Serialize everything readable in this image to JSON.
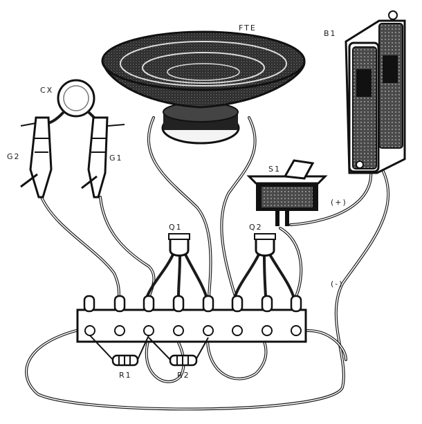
{
  "labels": {
    "speaker": "FTE",
    "battery": "B1",
    "capacitor": "CX",
    "clip1": "G1",
    "clip2": "G2",
    "switch": "S1",
    "transistor1": "Q1",
    "transistor2": "Q2",
    "resistor1": "R1",
    "resistor2": "R2",
    "positive": "(+)",
    "negative": "(-)"
  }
}
